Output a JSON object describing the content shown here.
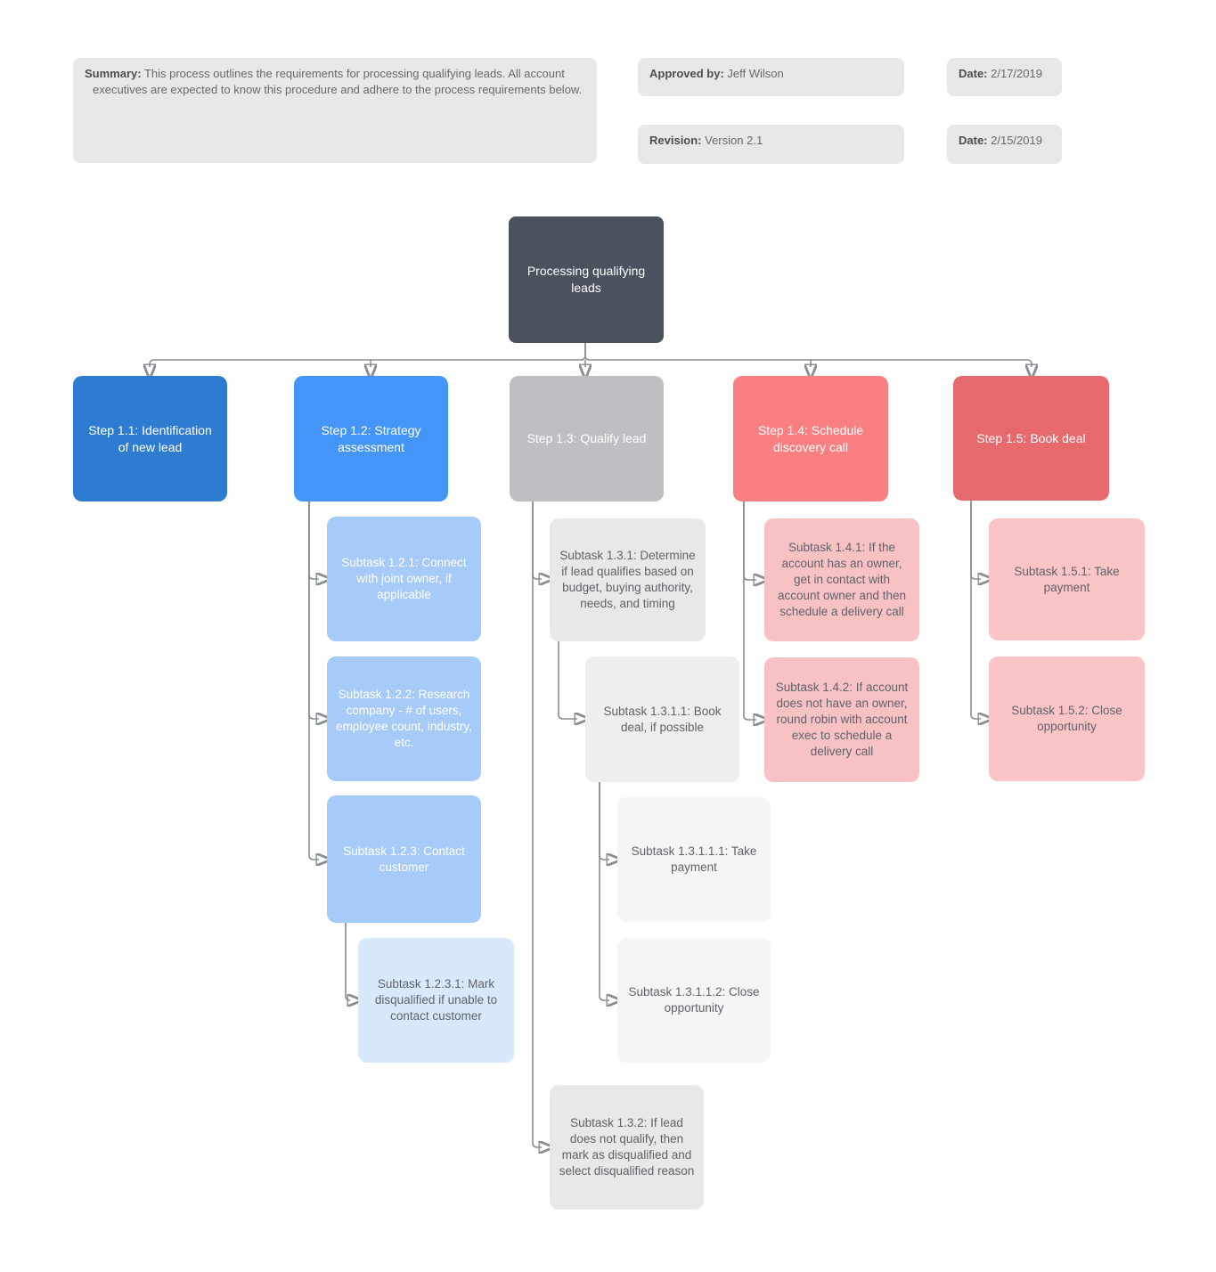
{
  "header": {
    "summary": {
      "label": "Summary:",
      "text": " This process outlines the requirements for processing qualifying leads.  All account executives are expected to know this procedure and adhere to the process requirements below."
    },
    "approved_by": {
      "label": "Approved by:",
      "value": " Jeff Wilson"
    },
    "approved_date": {
      "label": "Date:",
      "value": " 2/17/2019"
    },
    "revision": {
      "label": "Revision:",
      "value": " Version 2.1"
    },
    "revision_date": {
      "label": "Date:",
      "value": " 2/15/2019"
    }
  },
  "diagram": {
    "connector_color": "#8a8d91",
    "arrowhead_color": "#50545a",
    "root": {
      "label": "Processing qualifying leads",
      "bg": "#4a525e",
      "fg": "#ffffff"
    },
    "steps": {
      "s1_1": {
        "label": "Step 1.1: Identification of new lead",
        "bg": "#2d7cd1",
        "fg": "#ffffff"
      },
      "s1_2": {
        "label": "Step 1.2: Strategy assessment",
        "bg": "#4396f8",
        "fg": "#ffffff"
      },
      "s1_3": {
        "label": "Step 1.3: Qualify lead",
        "bg": "#bdbfc2",
        "fg": "#ffffff"
      },
      "s1_4": {
        "label": "Step 1.4: Schedule discovery call",
        "bg": "#f97f80",
        "fg": "#ffffff"
      },
      "s1_5": {
        "label": "Step 1.5: Book deal",
        "bg": "#e5696d",
        "fg": "#ffffff"
      }
    },
    "subtasks": {
      "t1_2_1": {
        "label": "Subtask 1.2.1: Connect with joint owner, if applicable",
        "bg": "#a6cbf8",
        "fg": "#ffffff"
      },
      "t1_2_2": {
        "label": "Subtask 1.2.2: Research company - # of users, employee count, industry, etc.",
        "bg": "#a6cbf8",
        "fg": "#ffffff"
      },
      "t1_2_3": {
        "label": "Subtask 1.2.3: Contact customer",
        "bg": "#a6cbf8",
        "fg": "#ffffff"
      },
      "t1_2_3_1": {
        "label": "Subtask 1.2.3.1: Mark disqualified if unable to contact customer",
        "bg": "#d8e9fc",
        "fg": "#5f6368"
      },
      "t1_3_1": {
        "label": "Subtask 1.3.1: Determine if lead qualifies based on budget, buying authority, needs, and timing",
        "bg": "#e8e8e8",
        "fg": "#5f6368"
      },
      "t1_3_1_1": {
        "label": "Subtask 1.3.1.1: Book deal, if possible",
        "bg": "#eeeeee",
        "fg": "#5f6368"
      },
      "t1_3_1_1_1": {
        "label": "Subtask 1.3.1.1.1: Take payment",
        "bg": "#f5f5f6",
        "fg": "#5f6368"
      },
      "t1_3_1_1_2": {
        "label": "Subtask 1.3.1.1.2: Close opportunity",
        "bg": "#f5f5f6",
        "fg": "#5f6368"
      },
      "t1_3_2": {
        "label": "Subtask 1.3.2: If lead does not qualify, then mark as disqualified and select disqualified reason",
        "bg": "#e8e8e8",
        "fg": "#5f6368"
      },
      "t1_4_1": {
        "label": "Subtask 1.4.1: If the account has an owner, get in contact with account owner and then schedule a delivery call",
        "bg": "#f8c2c5",
        "fg": "#5f6368"
      },
      "t1_4_2": {
        "label": "Subtask 1.4.2: If account does not have an owner, round robin with account exec to schedule a delivery call",
        "bg": "#f8c2c5",
        "fg": "#5f6368"
      },
      "t1_5_1": {
        "label": "Subtask 1.5.1: Take payment",
        "bg": "#fbc4c6",
        "fg": "#5f6368"
      },
      "t1_5_2": {
        "label": "Subtask 1.5.2: Close opportunity",
        "bg": "#fbc4c6",
        "fg": "#5f6368"
      }
    }
  }
}
